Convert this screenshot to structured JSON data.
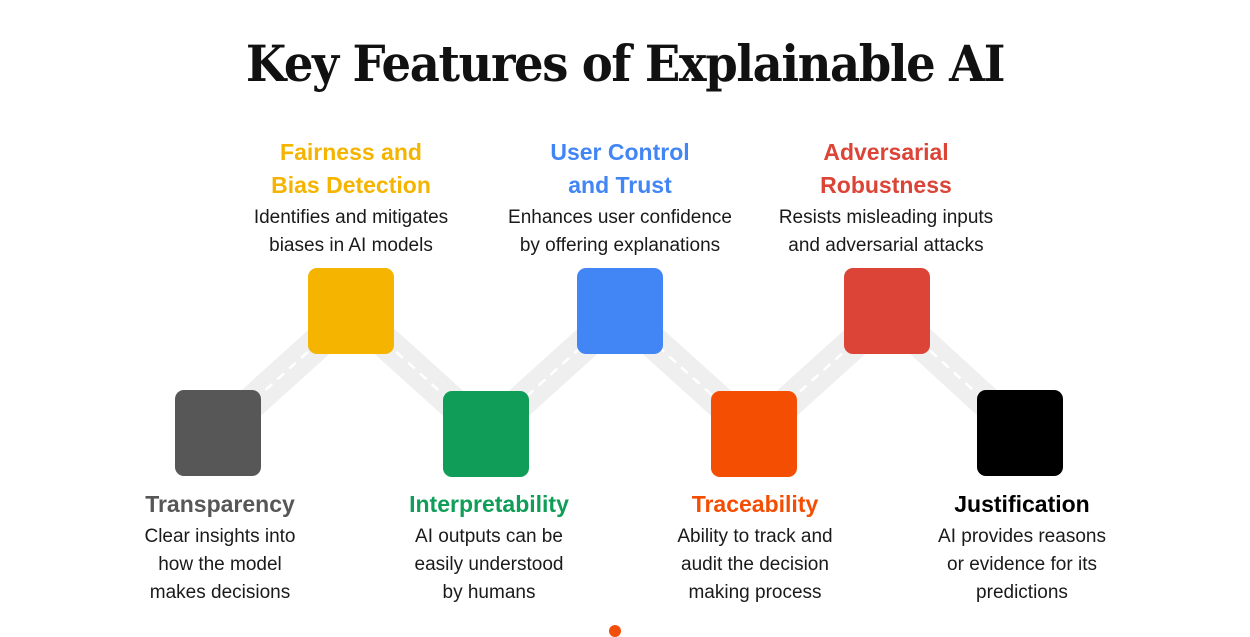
{
  "title": "Key Features of Explainable AI",
  "colors": {
    "road": "#efefef",
    "road_dash": "#ffffff",
    "logo_dot": "#f24e0b"
  },
  "features": [
    {
      "id": "transparency",
      "title": "Transparency",
      "title_lines": [
        "Transparency"
      ],
      "description_lines": [
        "Clear insights into",
        "how the model",
        "makes decisions"
      ],
      "color": "#575757",
      "title_color": "#575757",
      "position": "bottom",
      "order": 1
    },
    {
      "id": "fairness",
      "title": "Fairness and Bias Detection",
      "title_lines": [
        "Fairness and",
        "Bias Detection"
      ],
      "description_lines": [
        "Identifies and mitigates",
        "biases in AI models"
      ],
      "color": "#f4b400",
      "title_color": "#f4b400",
      "position": "top",
      "order": 2
    },
    {
      "id": "interpretability",
      "title": "Interpretability",
      "title_lines": [
        "Interpretability"
      ],
      "description_lines": [
        "AI outputs can be",
        "easily understood",
        "by humans"
      ],
      "color": "#0f9d58",
      "title_color": "#0f9d58",
      "position": "bottom",
      "order": 3
    },
    {
      "id": "user-control",
      "title": "User Control and Trust",
      "title_lines": [
        "User Control",
        "and Trust"
      ],
      "description_lines": [
        "Enhances user confidence",
        "by offering explanations"
      ],
      "color": "#4285f4",
      "title_color": "#4285f4",
      "position": "top",
      "order": 4
    },
    {
      "id": "traceability",
      "title": "Traceability",
      "title_lines": [
        "Traceability"
      ],
      "description_lines": [
        "Ability to track and",
        "audit the decision",
        "making process"
      ],
      "color": "#f44e03",
      "title_color": "#f44e03",
      "position": "bottom",
      "order": 5
    },
    {
      "id": "adversarial",
      "title": "Adversarial Robustness",
      "title_lines": [
        "Adversarial",
        "Robustness"
      ],
      "description_lines": [
        "Resists misleading inputs",
        "and adversarial attacks"
      ],
      "color": "#db4437",
      "title_color": "#db4437",
      "position": "top",
      "order": 6
    },
    {
      "id": "justification",
      "title": "Justification",
      "title_lines": [
        "Justification"
      ],
      "description_lines": [
        "AI provides reasons",
        "or evidence for its",
        "predictions"
      ],
      "color": "#000000",
      "title_color": "#000000",
      "position": "bottom",
      "order": 7
    }
  ]
}
